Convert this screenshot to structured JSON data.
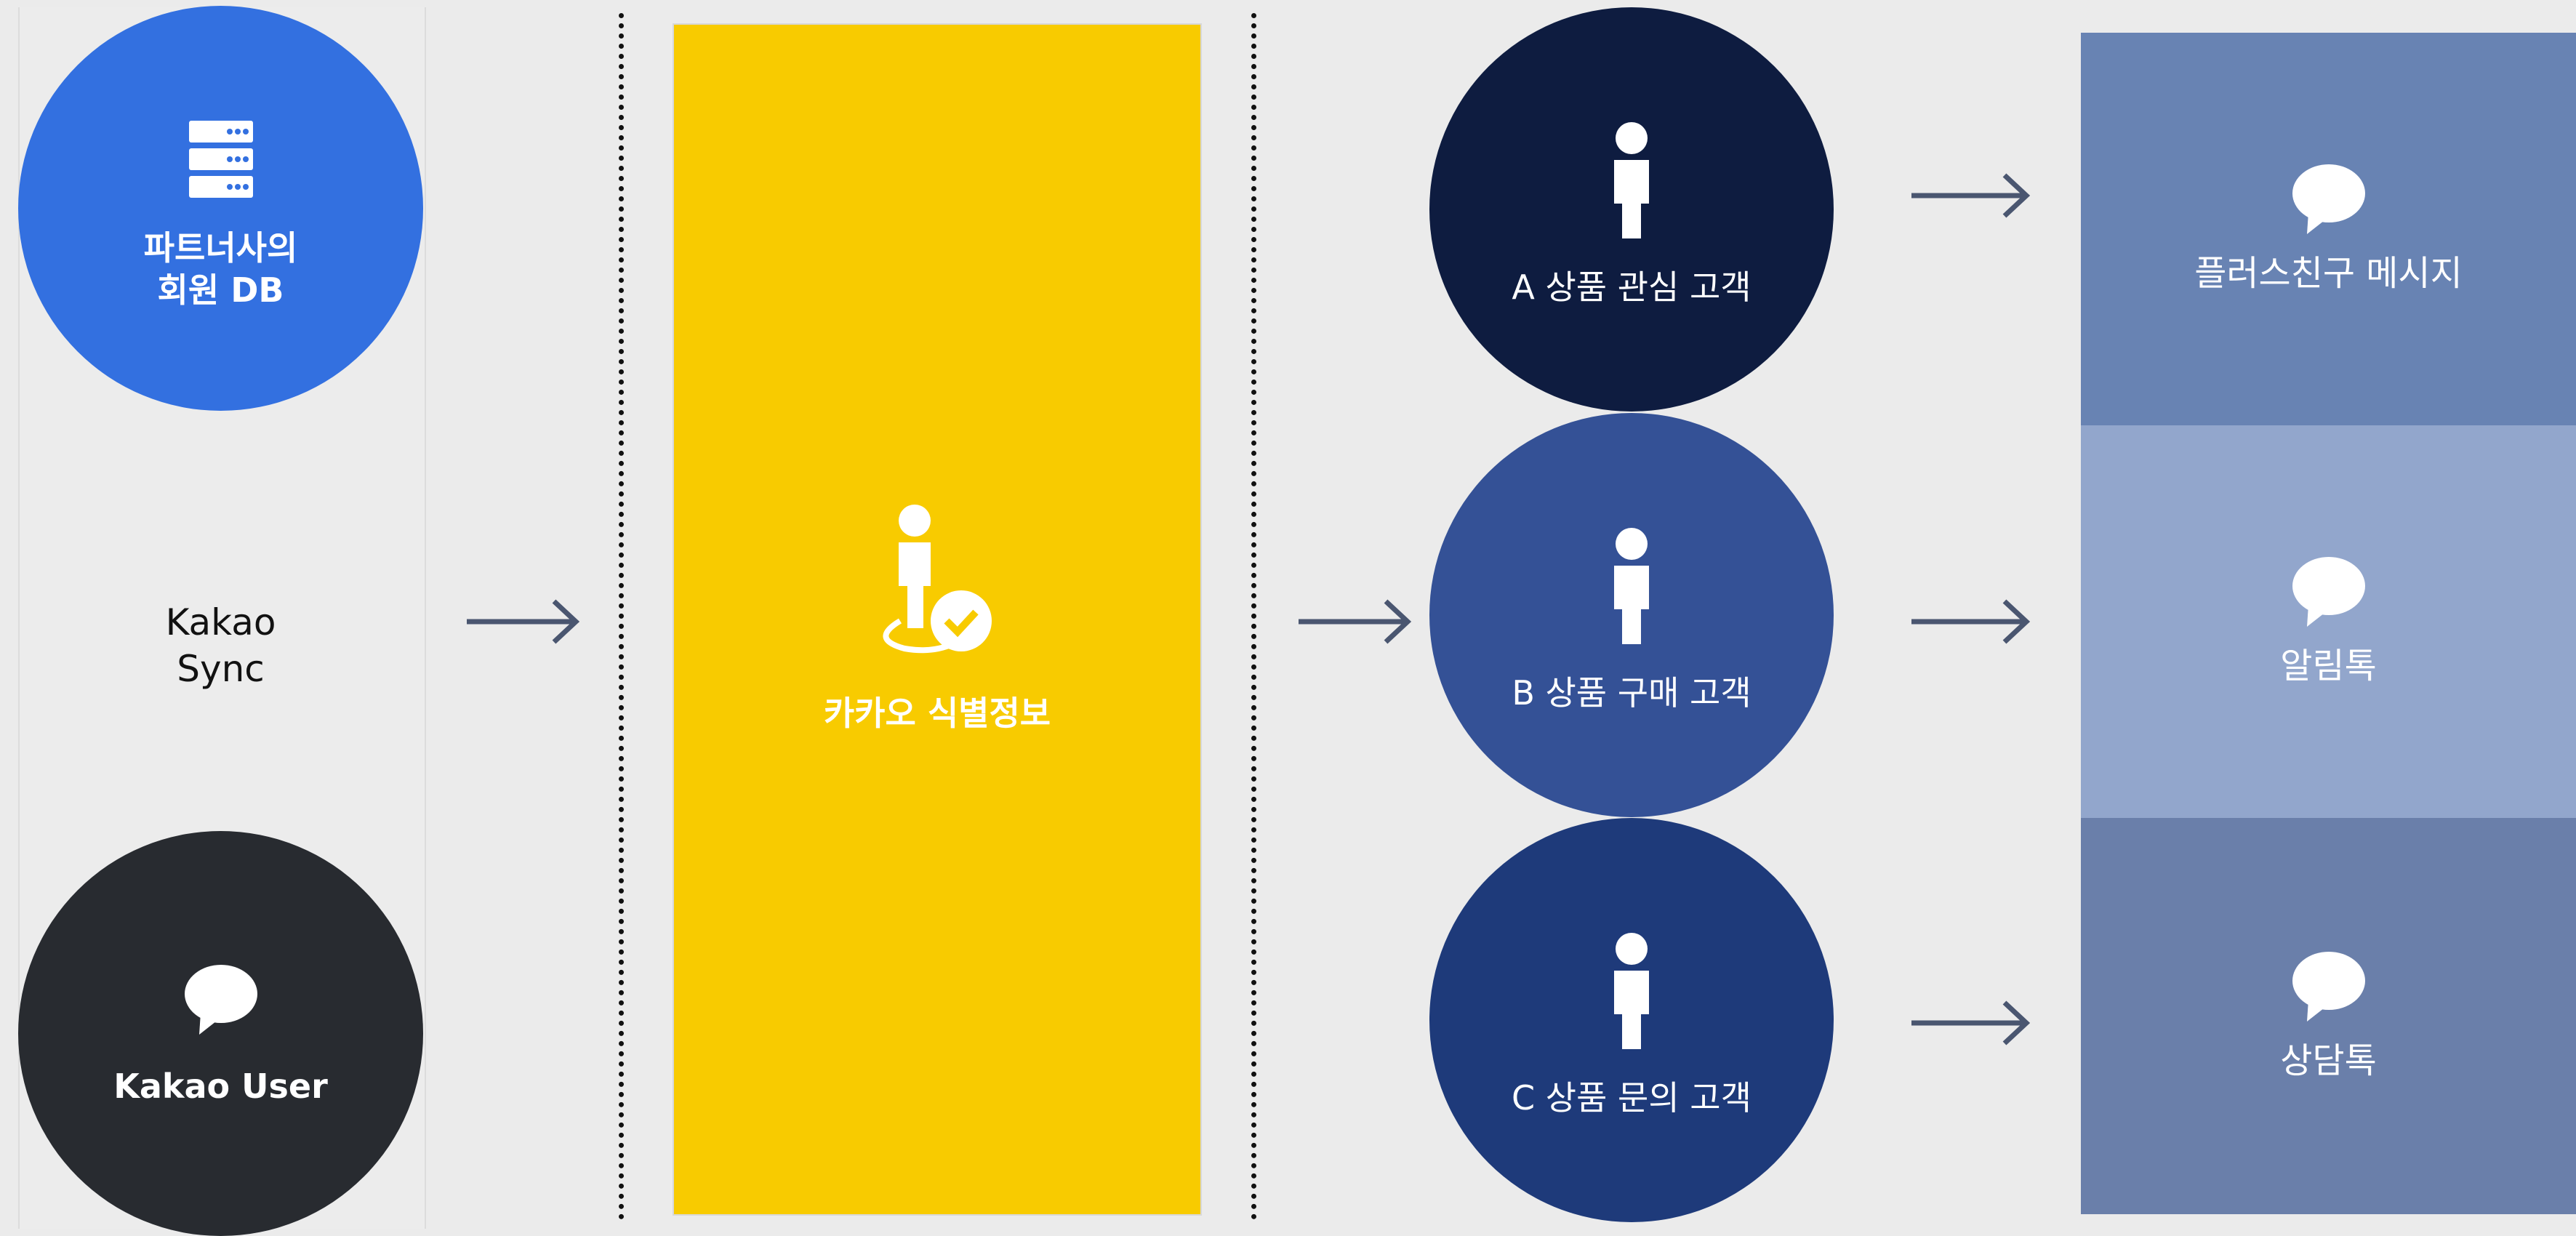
{
  "partner": {
    "title_line1": "파트너사의",
    "title_line2": "회원 DB",
    "icon": "server-icon",
    "color": "#3370e0"
  },
  "sync": {
    "line1": "Kakao",
    "line2": "Sync"
  },
  "kakao_user": {
    "label": "Kakao User",
    "icon": "speech-bubble-icon",
    "color": "#282b30"
  },
  "identity": {
    "label": "카카오 식별정보",
    "icon": "user-check-icon",
    "color": "#f8cb00"
  },
  "segments": [
    {
      "label": "A 상품 관심 고객",
      "icon": "person-icon",
      "color": "#0e1c40"
    },
    {
      "label": "B 상품 구매 고객",
      "icon": "person-icon",
      "color": "#345196"
    },
    {
      "label": "C 상품 문의 고객",
      "icon": "person-icon",
      "color": "#1e3a7a"
    }
  ],
  "channels": [
    {
      "label": "플러스친구 메시지",
      "icon": "speech-bubble-icon",
      "color": "#6883b3"
    },
    {
      "label": "알림톡",
      "icon": "speech-bubble-icon",
      "color": "#92a6cc"
    },
    {
      "label": "상담톡",
      "icon": "speech-bubble-icon",
      "color": "#6a7faa"
    }
  ],
  "arrow_color": "#4a5670"
}
